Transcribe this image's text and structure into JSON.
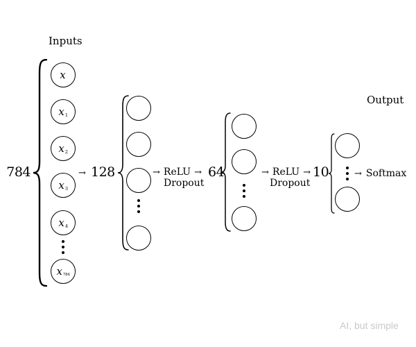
{
  "input_layer": {
    "label": "Inputs",
    "count": "784",
    "nodes": [
      {
        "base": "x",
        "sub": ""
      },
      {
        "base": "x",
        "sub": "1"
      },
      {
        "base": "x",
        "sub": "2"
      },
      {
        "base": "x",
        "sub": "3"
      },
      {
        "base": "x",
        "sub": "4"
      },
      {
        "base": "x",
        "sub": "784"
      }
    ]
  },
  "arrow_to_hidden1": "→",
  "hidden_layer_1": {
    "count": "128"
  },
  "activation_1": {
    "arrow_in": "→",
    "name": "ReLU",
    "arrow_out": "→",
    "regularizer": "Dropout"
  },
  "hidden_layer_2": {
    "count": "64"
  },
  "activation_2": {
    "arrow_in": "→",
    "name": "ReLU",
    "arrow_out": "→",
    "regularizer": "Dropout"
  },
  "output_layer": {
    "label": "Output",
    "count": "10"
  },
  "softmax": {
    "arrow": "→",
    "name": "Softmax"
  },
  "watermark": "AI, but simple",
  "colors": {
    "ink": "#000000",
    "watermark_gray": "#c9c9c9",
    "background": "#ffffff"
  }
}
